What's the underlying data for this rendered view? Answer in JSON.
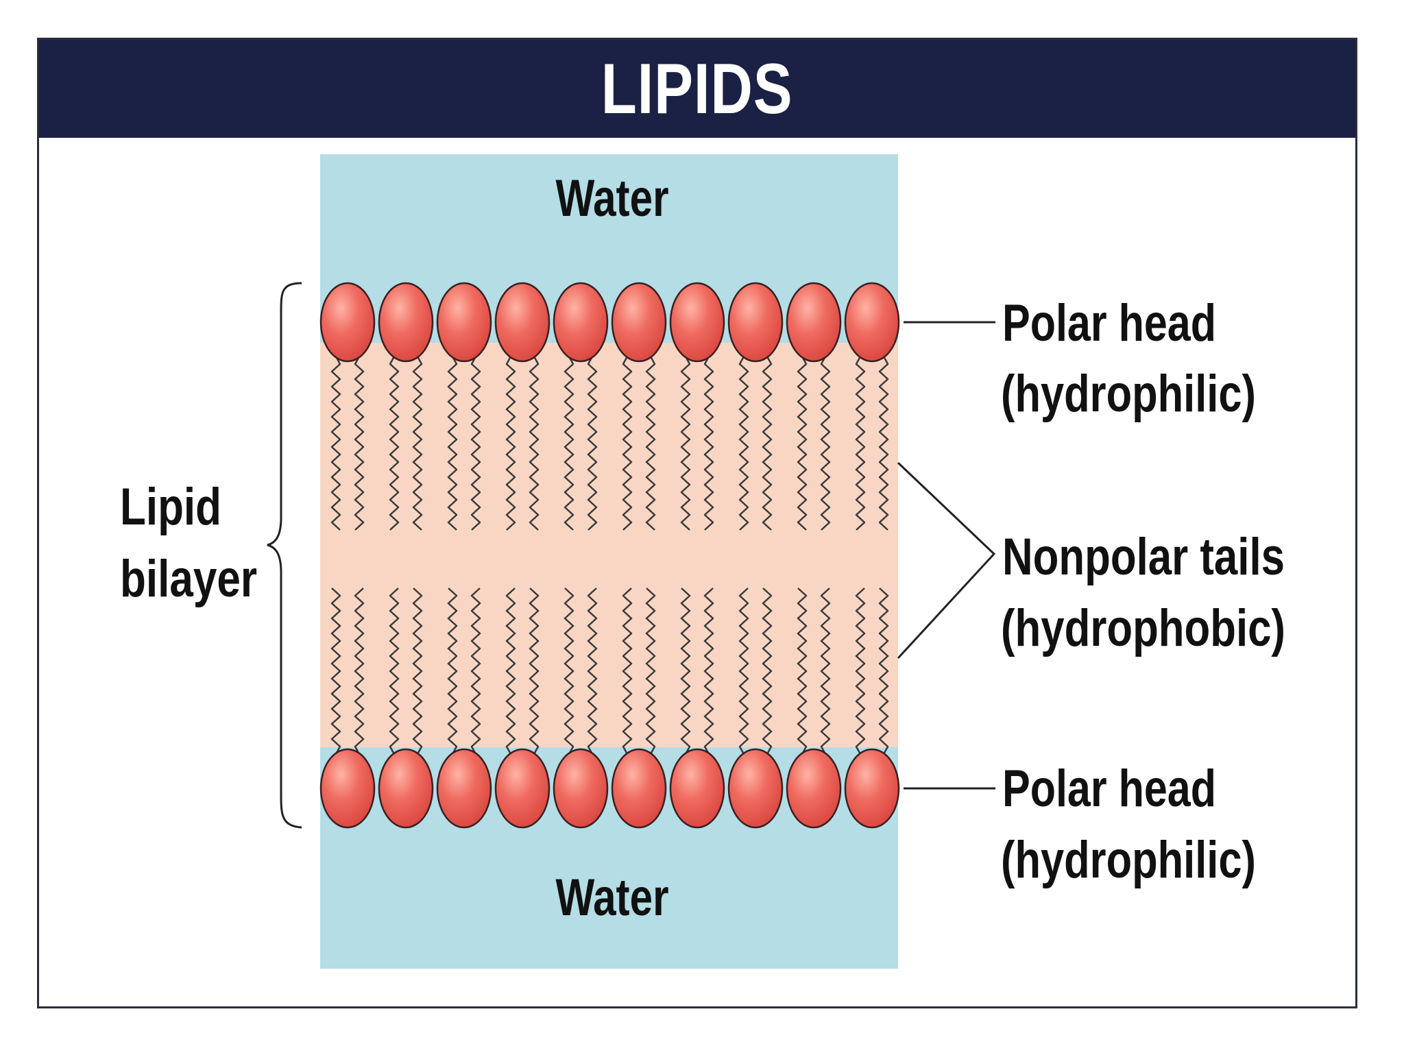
{
  "title": "LIPIDS",
  "labels": {
    "water_top": "Water",
    "water_bottom": "Water",
    "bilayer_line1": "Lipid",
    "bilayer_line2": "bilayer",
    "head_top_line1": "Polar head",
    "head_top_line2": "(hydrophilic)",
    "tails_line1": "Nonpolar tails",
    "tails_line2": "(hydrophobic)",
    "head_bottom_line1": "Polar head",
    "head_bottom_line2": "(hydrophilic)"
  },
  "diagram": {
    "heads_per_layer": 10,
    "colors": {
      "banner": "#1b2145",
      "water": "#b4dde6",
      "tail_region": "#f9d6c4",
      "head": "#e8534b",
      "head_highlight": "#ffb3a6",
      "tail_line": "#3a3a3a",
      "leader_line": "#222222"
    }
  }
}
